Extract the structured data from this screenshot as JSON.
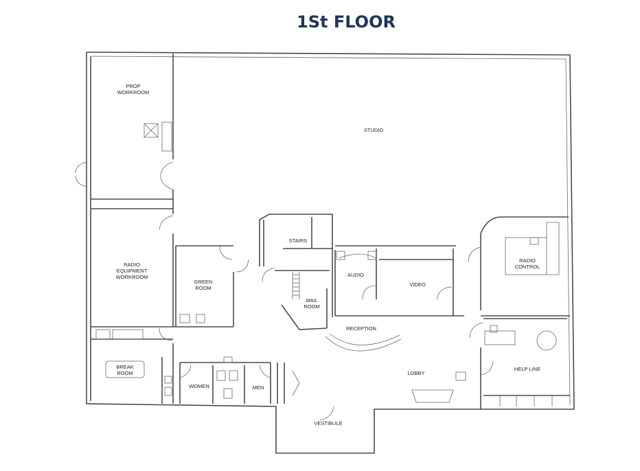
{
  "title": "1St FLOOR",
  "rooms": {
    "prop_workroom": [
      "PROP",
      "WORKROOM"
    ],
    "studio": "STUDIO",
    "radio_equipment_workroom": [
      "RADIO",
      "EQUIPMENT",
      "WORKROOM"
    ],
    "green_room": [
      "GREEN",
      "ROOM"
    ],
    "stairs": "STAIRS",
    "mail_room": [
      "MAIL",
      "ROOM"
    ],
    "audio": "AUDIO",
    "video": "VIDEO",
    "radio_control": [
      "RADIO",
      "CONTROL"
    ],
    "reception": "RECEPTION",
    "lobby": "LOBBY",
    "help_line": "HELP LINE",
    "break_room": [
      "BREAK",
      "ROOM"
    ],
    "women": "WOMEN",
    "men": "MEN",
    "vestibule": "VESTIBULE"
  }
}
